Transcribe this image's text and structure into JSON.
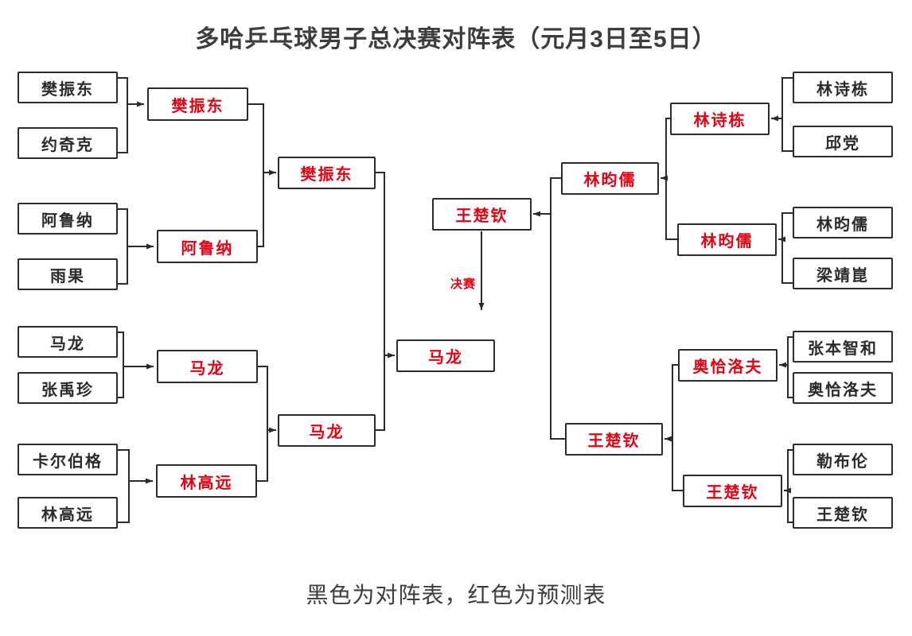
{
  "title": "多哈乒乓球男子总决赛对阵表（元月3日至5日）",
  "footer": "黑色为对阵表，红色为预测表",
  "final_label": "决赛",
  "colors": {
    "bracket_black": "#2b2b2b",
    "prediction_red": "#e60012",
    "background": "#ffffff"
  },
  "bracket": {
    "left": {
      "round1": [
        "樊振东",
        "约奇克",
        "阿鲁纳",
        "雨果",
        "马龙",
        "张禹珍",
        "卡尔伯格",
        "林高远"
      ],
      "round2": [
        "樊振东",
        "阿鲁纳",
        "马龙",
        "林高远"
      ],
      "round3": [
        "樊振东",
        "马龙"
      ],
      "finalist": "马龙"
    },
    "right": {
      "round1": [
        "林诗栋",
        "邱党",
        "林昀儒",
        "梁靖崑",
        "张本智和",
        "奥恰洛夫",
        "勒布伦",
        "王楚钦"
      ],
      "round2": [
        "林诗栋",
        "林昀儒",
        "奥恰洛夫",
        "王楚钦"
      ],
      "round3": [
        "林昀儒",
        "王楚钦"
      ],
      "finalist": "王楚钦"
    }
  }
}
